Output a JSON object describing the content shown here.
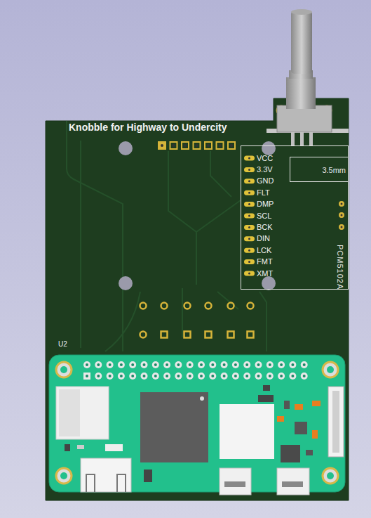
{
  "diagram": {
    "title": "Knobble for Highway to Undercity",
    "nodes": [
      {
        "text": [
          "PCM5102A"
        ]
      },
      {
        "text": [
          "3.5mm"
        ],
        "in": 0
      }
    ],
    "labels": [
      "U2",
      "VCC",
      "3.3V",
      "GND",
      "FLT",
      "DMP",
      "SCL",
      "BCK",
      "DIN",
      "LCK",
      "FMT",
      "XMT"
    ]
  }
}
